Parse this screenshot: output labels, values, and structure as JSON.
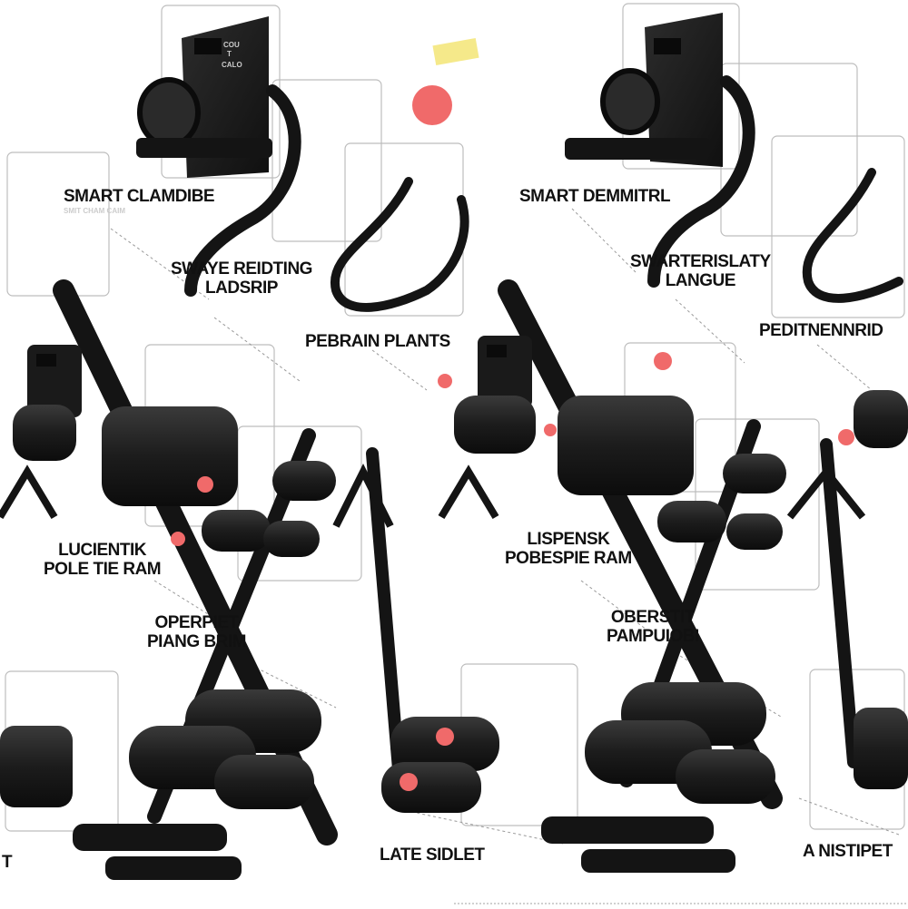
{
  "callouts": {
    "left_monitor": "SMART CLAMDIBE",
    "left_monitor_sub": "SMIT CHAM CAIM",
    "left_handle": [
      "SWAYE REIDTING",
      "LADSRIP"
    ],
    "left_cable": "PEBRAIN PLANTS",
    "left_seat": [
      "LUCIENTIK",
      "POLE TIE RAM"
    ],
    "left_knee": [
      "OPERPIET",
      "PIANG BRIM"
    ],
    "left_base": "T",
    "center_base": "LATE SIDLET",
    "right_monitor": "SMART DEMMITRL",
    "right_handle": [
      "SWARTERISLATY",
      "LANGUE"
    ],
    "right_cable": "PEDITNENNRID",
    "right_seat": [
      "LISPENSK",
      "POBESPIE RAM"
    ],
    "right_knee": [
      "OBERSTIT",
      "PAMPUIOBI"
    ],
    "right_base": "A NISTIPET"
  },
  "monitor_labels": [
    "COU",
    "T",
    "CALO"
  ],
  "colors": {
    "frame": "#141414",
    "pad": "#1c1c1c",
    "accent_red": "#f06a6a",
    "accent_yellow": "#f5e98a",
    "callout_line": "#9a9a9a"
  }
}
